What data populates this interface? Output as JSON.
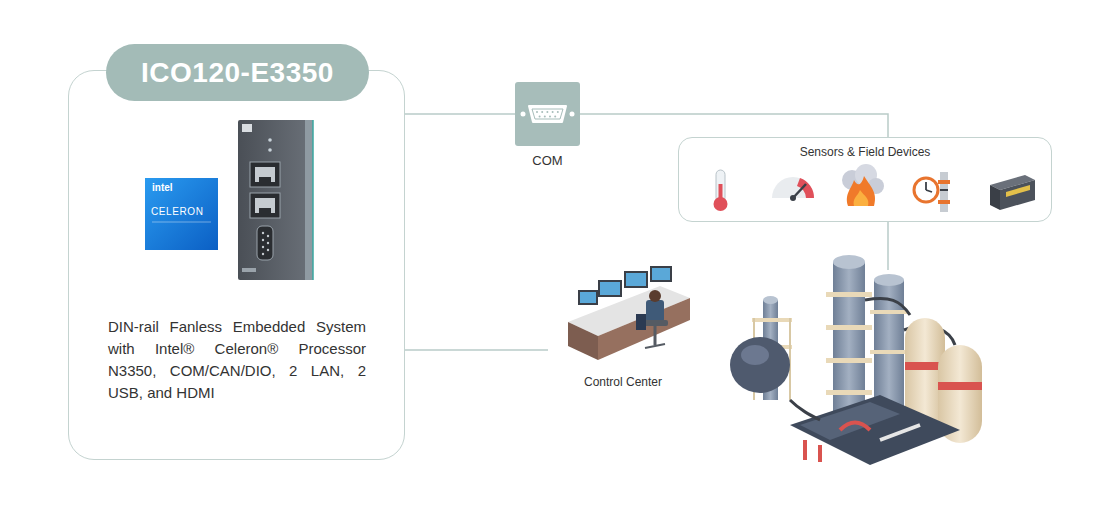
{
  "diagram": {
    "nodes": [
      {
        "text": [
          "ICO120-E3350",
          "DIN-rail Fanless Embedded System with Intel® Celeron® Processor N3350, COM/CAN/DIO, 2 LAN, 2 USB, and HDMI"
        ]
      },
      {
        "text": [
          "COM"
        ]
      },
      {
        "text": [
          "Sensors & Field Devices"
        ]
      },
      {
        "text": [
          "Control Center"
        ]
      }
    ],
    "edges": [
      {
        "from": 0,
        "to": 1,
        "arrow": "none"
      },
      {
        "from": 1,
        "to": 2,
        "arrow": "none"
      },
      {
        "from": 0,
        "to": 3,
        "arrow": "none"
      }
    ],
    "labels": [
      "intel",
      "CELERON"
    ]
  }
}
